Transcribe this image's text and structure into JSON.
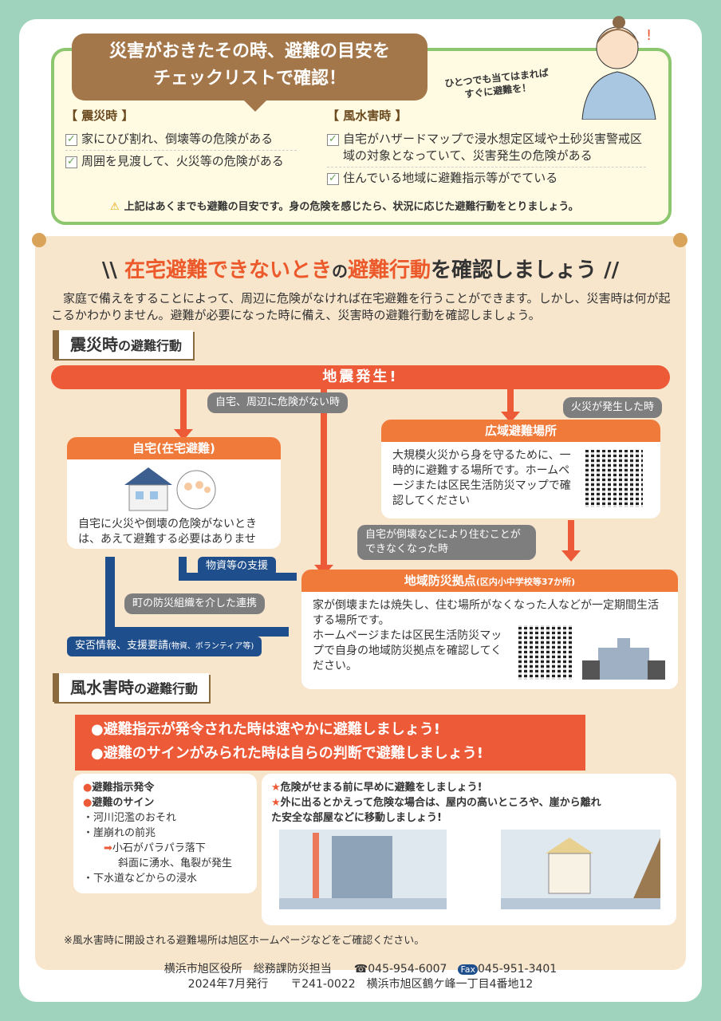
{
  "checklist": {
    "title_line1": "災害がおきたその時、避難の目安を",
    "title_line2": "チェックリストで確認！",
    "bubble_line1": "ひとつでも当てはまれば",
    "bubble_line2": "すぐに避難を！",
    "quake": {
      "heading": "【 震災時 】",
      "items": [
        "家にひび割れ、倒壊等の危険がある",
        "周囲を見渡して、火災等の危険がある"
      ]
    },
    "flood": {
      "heading": "【 風水害時 】",
      "items": [
        "自宅がハザードマップで浸水想定区域や土砂災害警戒区域の対象となっていて、災害発生の危険がある",
        "住んでいる地域に避難指示等がでている"
      ]
    },
    "note": "上記はあくまでも避難の目安です。身の危険を感じたら、状況に応じた避難行動をとりましょう。"
  },
  "main": {
    "title_red": "在宅避難できないとき",
    "title_mid": "の",
    "title_red2": "避難行動",
    "title_end": "を確認しましょう",
    "intro": "家庭で備えをすることによって、周辺に危険がなければ在宅避難を行うことができます。しかし、災害時は何が起こるかわかりません。避難が必要になった時に備え、災害時の避難行動を確認しましょう。"
  },
  "quake_section": {
    "heading": "震災時",
    "heading_suffix": "の避難行動",
    "bar": "地震発生!",
    "bubble_safe": "自宅、周辺に危険がない時",
    "bubble_fire": "火災が発生した時",
    "bubble_collapse": "自宅が倒壊などにより住むことができなくなった時",
    "home": {
      "title": "自宅(在宅避難)",
      "text": "自宅に火災や倒壊の危険がないときは、あえて避難する必要はありません。"
    },
    "wide_area": {
      "title": "広域避難場所",
      "text": "大規模火災から身を守るために、一時的に避難する場所です。ホームページまたは区民生活防災マップで確認してください"
    },
    "local_base": {
      "title": "地域防災拠点",
      "title_small": "(区内小中学校等37か所)",
      "text1": "家が倒壊または焼失し、住む場所がなくなった人などが一定期間生活する場所です。",
      "text2": "ホームページまたは区民生活防災マップで自身の地域防災拠点を確認してください。"
    },
    "support": "物資等の支援",
    "link": "町の防災組織を介した連携",
    "safety": "安否情報、支援要請",
    "safety_small": "(物資、ボランティア等)"
  },
  "flood_section": {
    "heading": "風水害時",
    "heading_suffix": "の避難行動",
    "banner_line1": "●避難指示が発令された時は速やかに避難しましょう!",
    "banner_line2": "●避難のサインがみられた時は自らの判断で避難しましょう!",
    "signs": {
      "order": "避難指示発令",
      "sign": "避難のサイン",
      "items": [
        "・河川氾濫のおそれ",
        "・崖崩れの前兆"
      ],
      "sub_items": [
        "小石がパラパラ落下",
        "斜面に湧水、亀裂が発生"
      ],
      "last": "・下水道などからの浸水"
    },
    "advice1": "危険がせまる前に早めに避難をしましょう!",
    "advice2": "外に出るとかえって危険な場合は、屋内の高いところや、崖から離れた安全な部屋などに移動しましょう!",
    "note": "※風水害時に開設される避難場所は旭区ホームページなどをご確認ください。"
  },
  "footer": {
    "office": "横浜市旭区役所　総務課防災担当",
    "tel": "045-954-6007",
    "fax": "045-951-3401",
    "date": "2024年7月発行",
    "address": "〒241-0022　横浜市旭区鶴ケ峰一丁目4番地12"
  },
  "colors": {
    "accent": "#ec5a38",
    "navy": "#1f4e8c",
    "green": "#8cc66e",
    "brown": "#a4774a"
  }
}
